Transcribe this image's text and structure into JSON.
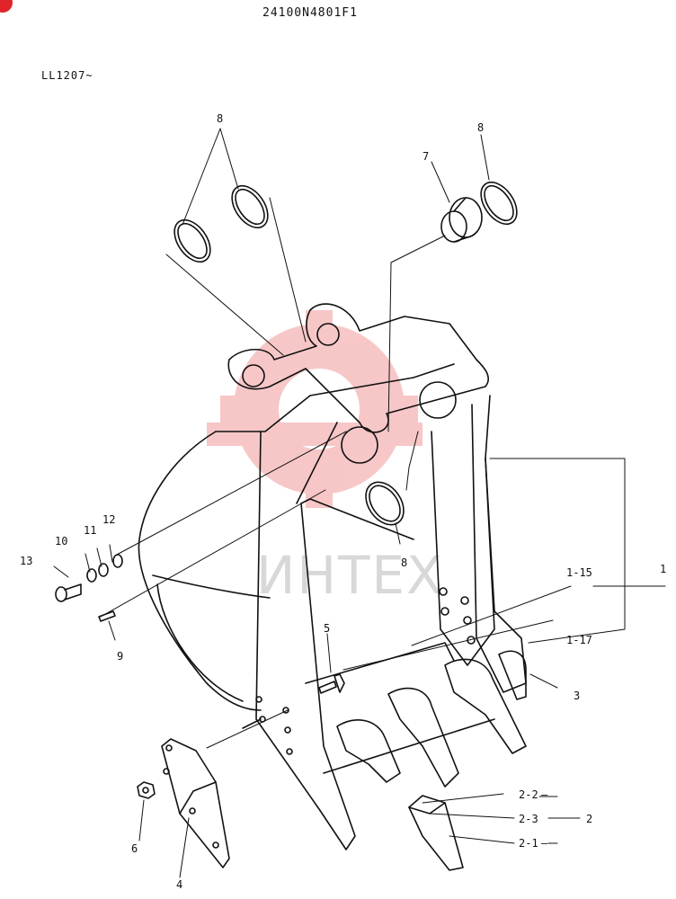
{
  "header": {
    "part_code": "24100N4801F1",
    "serial_range": "LL1207~"
  },
  "watermark": {
    "text": "ИНТЕХ",
    "color": "#f5b5b5"
  },
  "accent": "#e0242a",
  "callouts": [
    {
      "id": "c8a",
      "label": "8"
    },
    {
      "id": "c8b",
      "label": "8"
    },
    {
      "id": "c7",
      "label": "7"
    },
    {
      "id": "c8c",
      "label": "8"
    },
    {
      "id": "c12",
      "label": "12"
    },
    {
      "id": "c11",
      "label": "11"
    },
    {
      "id": "c10",
      "label": "10"
    },
    {
      "id": "c13",
      "label": "13"
    },
    {
      "id": "c9",
      "label": "9"
    },
    {
      "id": "c5",
      "label": "5"
    },
    {
      "id": "c1",
      "label": "1"
    },
    {
      "id": "c115",
      "label": "1-15"
    },
    {
      "id": "c117",
      "label": "1-17"
    },
    {
      "id": "c3",
      "label": "3"
    },
    {
      "id": "c22",
      "label": "2-2"
    },
    {
      "id": "c23",
      "label": "2-3"
    },
    {
      "id": "c2",
      "label": "2"
    },
    {
      "id": "c21",
      "label": "2-1"
    },
    {
      "id": "c6",
      "label": "6"
    },
    {
      "id": "c4",
      "label": "4"
    }
  ]
}
